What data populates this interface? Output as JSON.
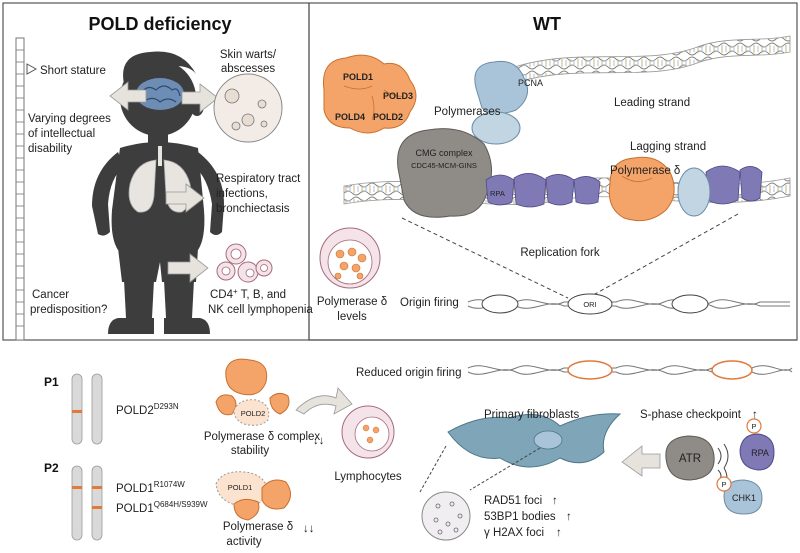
{
  "panels": {
    "left_title": "POLD deficiency",
    "right_title": "WT"
  },
  "symptoms": {
    "short_stature": "Short stature",
    "intellectual_1": "Varying degrees",
    "intellectual_2": "of intellectual",
    "intellectual_3": "disability",
    "skin_1": "Skin warts/",
    "skin_2": "abscesses",
    "resp_1": "Respiratory tract",
    "resp_2": "infections,",
    "resp_3": "bronchiectasis",
    "lympho_1_pre": "CD4",
    "lympho_1_sup": "+",
    "lympho_1_post": " T, B, and",
    "lympho_2": "NK cell lymphopenia",
    "cancer_1": "Cancer",
    "cancer_2": "predisposition?"
  },
  "wt": {
    "pold1": "POLD1",
    "pold2": "POLD2",
    "pold3": "POLD3",
    "pold4": "POLD4",
    "polymerases": "Polymerases",
    "pcna": "PCNA",
    "leading": "Leading strand",
    "lagging": "Lagging strand",
    "cmg": "CMG complex",
    "cmg_sub": "CDC45-MCM-GINS",
    "rpa": "RPA",
    "polymerase_delta": "Polymerase δ",
    "replication_fork": "Replication fork",
    "levels_1": "Polymerase δ",
    "levels_2": "levels",
    "origin_firing": "Origin firing",
    "ori": "ORI"
  },
  "patients": {
    "p1": "P1",
    "p2": "P2",
    "p1_gene": "POLD2",
    "p1_mut": "D293N",
    "p2_gene_a": "POLD1",
    "p2_mut_a": "R1074W",
    "p2_gene_b": "POLD1",
    "p2_mut_b": "Q684H/S939W",
    "pold2_small": "POLD2",
    "pold1_small": "POLD1",
    "complex_1": "Polymerase δ complex",
    "complex_2": "stability",
    "activity_1": "Polymerase δ",
    "activity_2": "activity"
  },
  "consequences": {
    "reduced_origin": "Reduced origin firing",
    "primary_fibroblasts": "Primary fibroblasts",
    "s_phase": "S-phase checkpoint",
    "lymphocytes": "Lymphocytes",
    "rad51": "RAD51 foci",
    "bp53": "53BP1 bodies",
    "h2ax": "γ H2AX foci",
    "atr": "ATR",
    "rpa": "RPA",
    "chk1": "CHK1",
    "p": "P"
  },
  "colors": {
    "silhouette": "#3d3d3d",
    "pold_orange": "#f4a468",
    "pold_orange_dark": "#e07a3a",
    "pcna_blue": "#a9c4d9",
    "rpa_purple": "#7f7ab6",
    "cmg_gray": "#8f8b86",
    "border": "#555555"
  }
}
